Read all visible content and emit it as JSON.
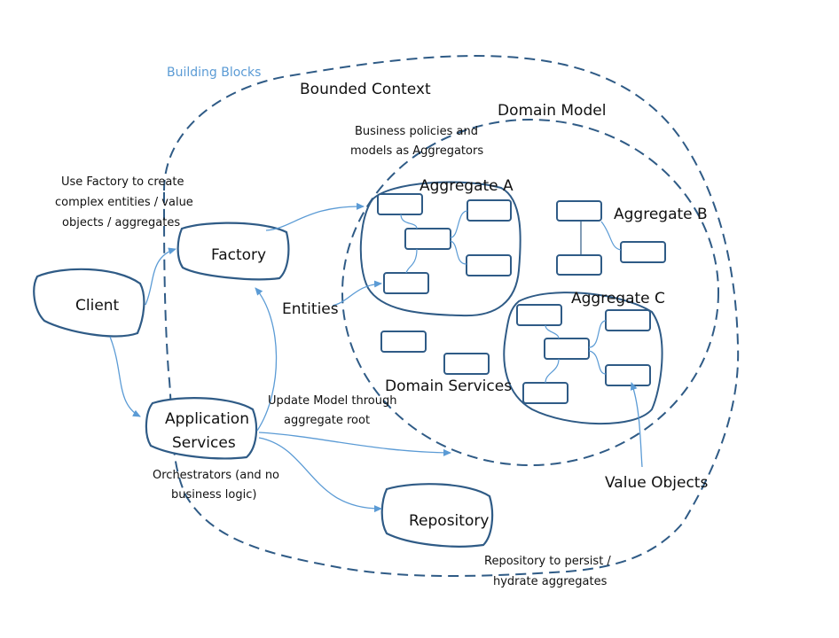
{
  "title": "Building Blocks",
  "colors": {
    "outline": "#2f5b86",
    "arrow": "#5b9bd5",
    "title": "#5b9bd5",
    "text": "#111111"
  },
  "labels": {
    "bounded_context": "Bounded Context",
    "domain_model": "Domain Model",
    "business_policies_1": "Business policies and",
    "business_policies_2": "models as Aggregators",
    "factory_note_1": "Use Factory to create",
    "factory_note_2": "complex entities / value",
    "factory_note_3": "objects / aggregates",
    "entities": "Entities",
    "domain_services": "Domain Services",
    "update_model_1": "Update Model through",
    "update_model_2": "aggregate root",
    "orchestrators_1": "Orchestrators (and no",
    "orchestrators_2": "business logic)",
    "value_objects": "Value Objects",
    "repository_note_1": "Repository to persist /",
    "repository_note_2": "hydrate aggregates"
  },
  "blocks": {
    "client": "Client",
    "factory": "Factory",
    "app_services_1": "Application",
    "app_services_2": "Services",
    "repository": "Repository"
  },
  "aggregates": {
    "a": "Aggregate A",
    "b": "Aggregate B",
    "c": "Aggregate C"
  }
}
